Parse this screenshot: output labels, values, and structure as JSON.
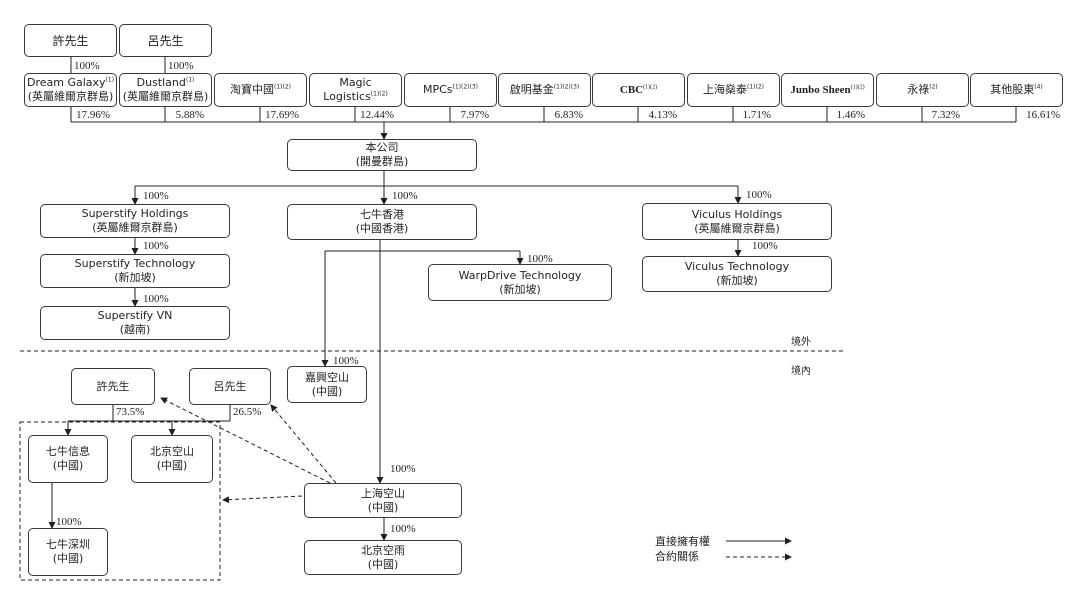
{
  "top_persons": {
    "xu": "許先生",
    "lv": "呂先生",
    "xu_pct": "100%",
    "lv_pct": "100%"
  },
  "shareholders": [
    {
      "line1": "Dream Galaxy",
      "sup1": "(1)",
      "line2": "(英屬維爾京群島)",
      "pct": "17.96%"
    },
    {
      "line1": "Dustland",
      "sup1": "(1)",
      "line2": "(英屬維爾京群島)",
      "pct": "5.88%"
    },
    {
      "line1": "淘寶中國",
      "sup1": "(1)(2)",
      "pct": "17.69%"
    },
    {
      "line1": "Magic",
      "line2": "Logistics",
      "sup2": "(1)(2)",
      "pct": "12.44%"
    },
    {
      "line1": "MPCs",
      "sup1": "(1)(2)(3)",
      "pct": "7.97%"
    },
    {
      "line1": "啟明基金",
      "sup1": "(1)(2)(3)",
      "pct": "6.83%"
    },
    {
      "line1": "CBC",
      "sup1": "(1)(2)",
      "pct": "4.13%"
    },
    {
      "line1": "上海燊泰",
      "sup1": "(1)(2)",
      "pct": "1.71%"
    },
    {
      "line1": "Junbo Sheen",
      "sup1": "(1)(2)",
      "pct": "1.46%"
    },
    {
      "line1": "永祿",
      "sup1": "(2)",
      "pct": "7.32%"
    },
    {
      "line1": "其他股東",
      "sup1": "(4)",
      "pct": "16.61%"
    }
  ],
  "company": {
    "line1": "本公司",
    "line2": "(開曼群島)"
  },
  "offshore": {
    "superstify_holdings": {
      "line1": "Superstify Holdings",
      "line2": "(英屬維爾京群島)",
      "pct": "100%"
    },
    "superstify_technology": {
      "line1": "Superstify Technology",
      "line2": "(新加坡)",
      "pct": "100%"
    },
    "superstify_vn": {
      "line1": "Superstify VN",
      "line2": "(越南)",
      "pct": "100%"
    },
    "qiniu_hk": {
      "line1": "七牛香港",
      "line2": "(中國香港)",
      "pct": "100%"
    },
    "warpdrive": {
      "line1": "WarpDrive Technology",
      "line2": "(新加坡)",
      "pct": "100%"
    },
    "viculus_holdings": {
      "line1": "Viculus Holdings",
      "line2": "(英屬維爾京群島)",
      "pct": "100%"
    },
    "viculus_technology": {
      "line1": "Viculus Technology",
      "line2": "(新加坡)",
      "pct": "100%"
    }
  },
  "zones": {
    "offshore": "境外",
    "onshore": "境內"
  },
  "onshore": {
    "jiaxing": {
      "line1": "嘉興空山",
      "line2": "(中國)",
      "pct": "100%"
    },
    "xu": {
      "line1": "許先生",
      "pct": "73.5%"
    },
    "lv": {
      "line1": "呂先生",
      "pct": "26.5%"
    },
    "qiniu_info": {
      "line1": "七牛信息",
      "line2": "(中國)"
    },
    "beijing_kongshan": {
      "line1": "北京空山",
      "line2": "(中國)"
    },
    "qiniu_shenzhen": {
      "line1": "七牛深圳",
      "line2": "(中國)",
      "pct": "100%"
    },
    "shanghai_kongshan": {
      "line1": "上海空山",
      "line2": "(中國)",
      "pct": "100%"
    },
    "beijing_kongyu": {
      "line1": "北京空雨",
      "line2": "(中國)",
      "pct": "100%"
    }
  },
  "legend": {
    "direct": "直接擁有權",
    "contract": "合約關係"
  }
}
